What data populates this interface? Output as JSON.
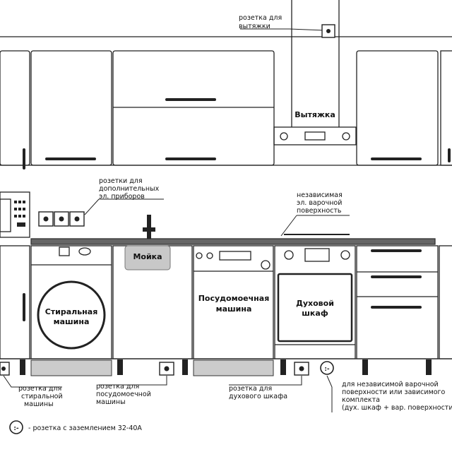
{
  "labels": {
    "hood_socket": [
      "розетка для",
      "вытяжки"
    ],
    "hood": "Вытяжка",
    "extra_sockets": [
      "розетки для",
      "дополнительных",
      "эл. приборов"
    ],
    "cooktop": [
      "независимая",
      "эл. варочной",
      "поверхность"
    ],
    "sink": "Мойка",
    "washer": [
      "Стиральная",
      "машина"
    ],
    "dishwasher": [
      "Посудомоечная",
      "машина"
    ],
    "oven": [
      "Духовой",
      "шкаф"
    ],
    "washer_socket": [
      "розетка для",
      "стиральной",
      "машины"
    ],
    "dishwasher_socket": [
      "розетка для",
      "посудомоечной",
      "машины"
    ],
    "oven_socket": [
      "розетка для",
      "духового шкафа"
    ],
    "grounded_socket": [
      "для независимой варочной",
      "поверхности или зависимого",
      "комплекта",
      "(дух. шкаф + вар. поверхности)"
    ],
    "legend": "- розетка с заземлением 32-40А"
  }
}
